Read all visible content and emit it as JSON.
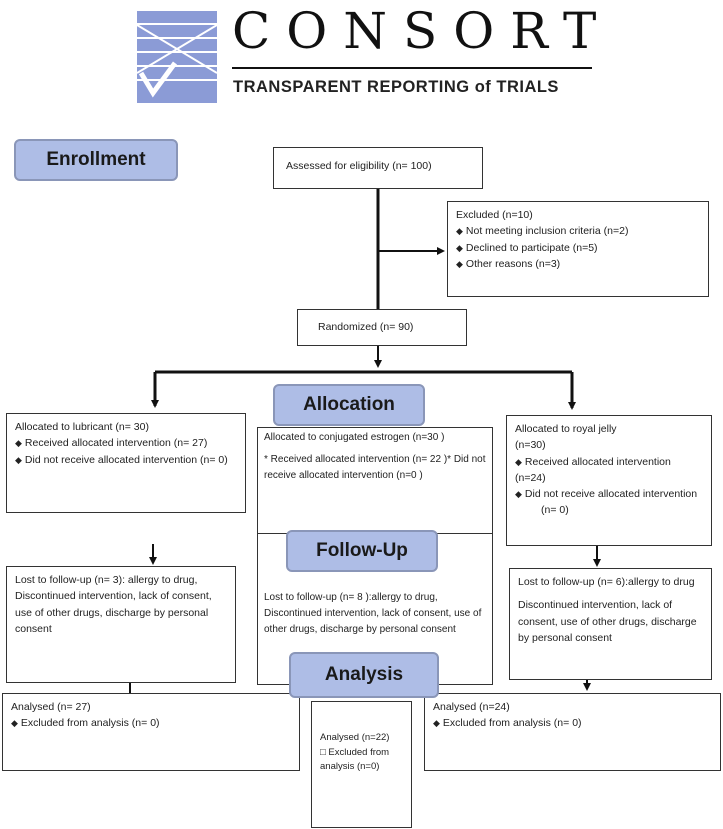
{
  "logo": {
    "wordmark": "CONSORT",
    "tagline": "TRANSPARENT REPORTING of TRIALS"
  },
  "stages": {
    "enrollment": "Enrollment",
    "allocation": "Allocation",
    "follow_up": "Follow-Up",
    "analysis": "Analysis"
  },
  "assessed": "Assessed for eligibility (n= 100)",
  "excluded": {
    "title": "Excluded (n=10)",
    "items": [
      "Not meeting inclusion criteria (n=2)",
      "Declined to participate (n=5)",
      "Other reasons (n=3)"
    ]
  },
  "randomized": "Randomized (n= 90)",
  "left_arm": {
    "allocated": "Allocated to lubricant (n= 30)",
    "items": [
      "Received allocated intervention (n= 27)",
      "Did not receive allocated intervention (n= 0)"
    ],
    "lost_l1": "Lost to follow-up (n= 3): allergy to drug,",
    "lost_l2": "Discontinued intervention, lack of consent,",
    "lost_l3": "use of other drugs, discharge by personal",
    "lost_l4": "consent",
    "analysed": "Analysed (n= 27)",
    "excluded": "Excluded from analysis (n= 0)"
  },
  "middle_arm": {
    "allocated": "Allocated to conjugated estrogen (n=30 )",
    "received_l1": "* Received allocated intervention (n= 22 )* Did not",
    "received_l2": "receive allocated intervention (n=0 )",
    "lost_l1": "Lost to follow-up (n= 8 ):allergy to drug,",
    "lost_l2": "Discontinued intervention, lack of consent, use of",
    "lost_l3": "other drugs, discharge by personal consent",
    "analysed": "Analysed (n=22)",
    "excluded_l1": "□ Excluded from",
    "excluded_l2": "analysis (n=0)"
  },
  "right_arm": {
    "allocated_l1": "Allocated to royal jelly",
    "allocated_l2": "(n=30)",
    "received": "Received allocated intervention (n=24)",
    "not_received_l1": "Did not receive allocated intervention",
    "not_received_l2": "(n= 0)",
    "lost_l1": "Lost to follow-up (n= 6):allergy to drug",
    "lost_l2": "Discontinued intervention, lack of",
    "lost_l3": "consent, use of other drugs, discharge",
    "lost_l4": "by personal consent",
    "analysed": "Analysed (n=24)",
    "excluded": "Excluded from analysis (n= 0)"
  },
  "colors": {
    "logo_blue": "#8b9bd6",
    "stage_fill": "#aebde6",
    "stage_border": "#8a96b8"
  }
}
